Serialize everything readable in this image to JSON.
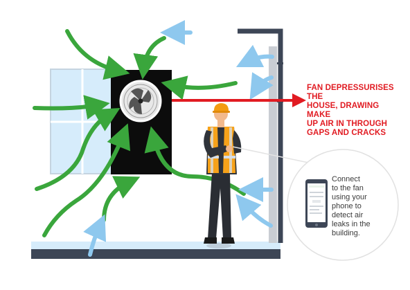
{
  "callout": {
    "lines": [
      "FAN DEPRESSURISES THE",
      "HOUSE, DRAWING MAKE",
      "UP AIR IN THROUGH",
      "GAPS AND CRACKS"
    ]
  },
  "bubble": {
    "lines": [
      "Connect",
      "to the fan",
      "using your",
      "phone to",
      "detect air",
      "leaks in the",
      "building."
    ]
  },
  "phone_app": {
    "brand": ""
  },
  "colors": {
    "fan_arrow": "#e11b22",
    "inflow_arrow": "#3aa63c",
    "leak_arrow": "#8ec8ee",
    "wall": "#3d4656",
    "window_glass": "#d6ecfb",
    "vest": "#f6a21a",
    "helmet": "#f39c12"
  },
  "icons": [
    "fan-icon",
    "phone-icon"
  ]
}
